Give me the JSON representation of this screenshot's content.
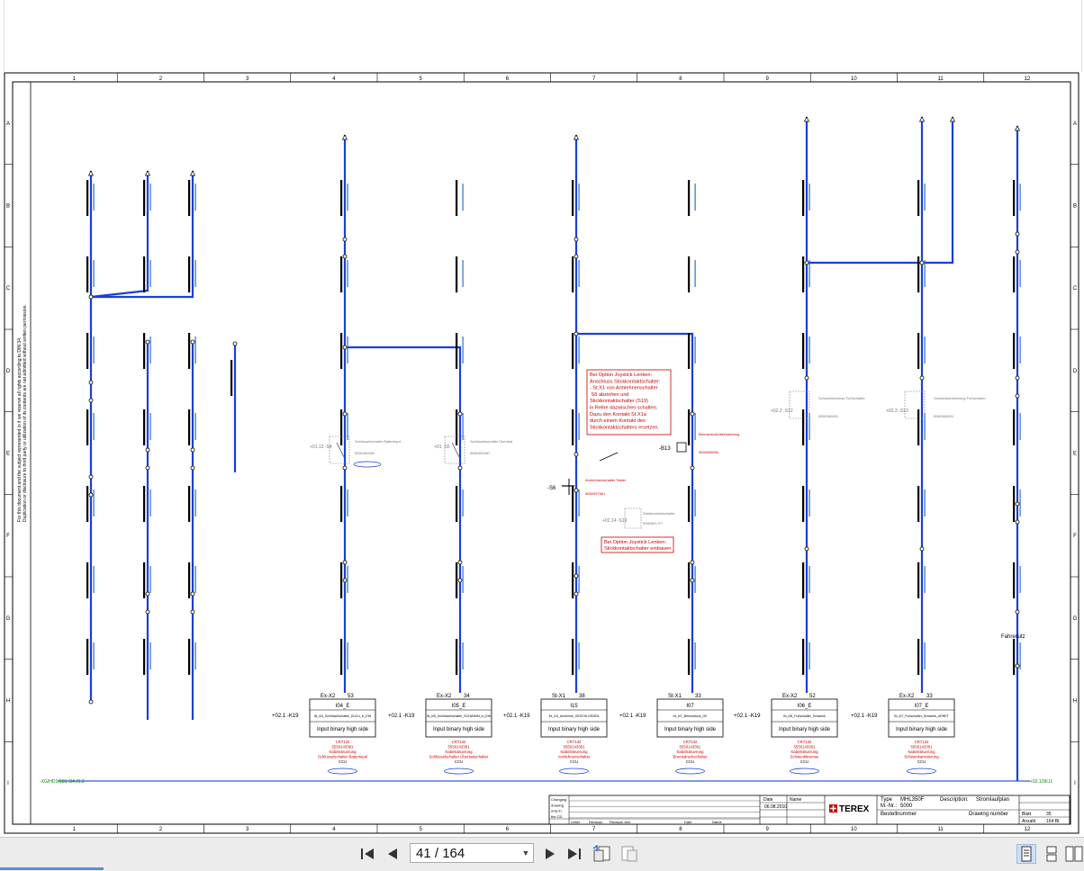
{
  "viewer": {
    "page_current": "41",
    "page_total": "164",
    "page_sep": " / "
  },
  "grid": {
    "columns": [
      "1",
      "2",
      "3",
      "4",
      "5",
      "6",
      "7",
      "8",
      "9",
      "10",
      "11",
      "12"
    ],
    "rows": [
      "A",
      "B",
      "C",
      "D",
      "E",
      "F",
      "G",
      "H",
      "I"
    ]
  },
  "margin_text": {
    "line1": "For this document and the subject represented in it we reserve all rights according to DIN 34.",
    "line2": "Duplication or disclosure to third party or utilization of its contents are not admitted without written permission."
  },
  "notes": {
    "joystick1": [
      "Bei Option Joystick Lenken:",
      "Anschluss Stickkontaktschalter:",
      "- St:X1 von Armlehnenschalter",
      "  S6 abziehen und",
      "Stickkontaktschalter (S19)",
      "in Reihe dazwischen schalten.",
      "Dazu den Kontakt St:X1a",
      "durch einem Kontakt des",
      "Stickkontaktschalters ersetzen."
    ],
    "joystick2": [
      "Bei Option Joystick Lenken:",
      "Stickkontaktschalter einbauen"
    ],
    "fahrersitz": "Fahrersitz"
  },
  "boxes": [
    {
      "conn": "Ex-X2",
      "pin": "53",
      "dev": "I04_E",
      "sig": "IN_I04_Schlüsselschalter_ELKLI_in_EIN",
      "desc": "Input binary high side",
      "ref": "+02.1 -K19",
      "code": [
        "CR7132",
        "5550143381",
        "Kabelsteuerung",
        "Schlüsselschalter Batteriepol",
        "CCU"
      ]
    },
    {
      "conn": "Ex-X2",
      "pin": "34",
      "dev": "I05_E",
      "sig": "IN_I05_Schlüsselschalter_SCHWIMM_in_EIN",
      "desc": "Input binary high side",
      "ref": "+02.1 -K19",
      "code": [
        "CR7132",
        "5550143381",
        "Kabelsteuerung",
        "Schlüsselschalter Überlastschalter",
        "CCU"
      ]
    },
    {
      "conn": "St-X1",
      "pin": "38",
      "dev": "I15",
      "sig": "IN_I15_Armlehne_GESCHLOSSEN",
      "desc": "Input binary high side",
      "ref": "+02.1 -K19",
      "code": [
        "CR7132",
        "5550143381",
        "Kabelsteuerung",
        "Armlehnenschalter",
        "CCU"
      ]
    },
    {
      "conn": "St-X1",
      "pin": "33",
      "dev": "I07",
      "sig": "IN_I07_Bremsdruck_OK",
      "desc": "Input binary high side",
      "ref": "+02.1 -K19",
      "code": [
        "CR7132",
        "5550143381",
        "Kabelsteuerung",
        "Bremsdruckschalter",
        "CCU"
      ]
    },
    {
      "conn": "Ex-X2",
      "pin": "52",
      "dev": "I06_E",
      "sig": "IN_I06_Fußschalter_Schwenk",
      "desc": "Input binary high side",
      "ref": "+02.1 -K19",
      "code": [
        "CR7132",
        "5550143381",
        "Kabelsteuerung",
        "Schwenkbremse",
        "CCU"
      ]
    },
    {
      "conn": "Ex-X2",
      "pin": "33",
      "dev": "I07_E",
      "sig": "IN_I07_Fußschalter_Schwenk_ARRET",
      "desc": "Input binary high side",
      "ref": "+02.1 -K19",
      "code": [
        "CR7132",
        "5550143381",
        "Kabelsteuerung",
        "Schwenkarretierung",
        "CCU"
      ]
    }
  ],
  "devices": {
    "s4": {
      "ref": "+01.13 -S4",
      "name": "Schlüsselschalter Batteriepol",
      "num": "5550450280"
    },
    "s5": {
      "ref": "+01 -S5",
      "name": "Schlüsselschalter Überlast",
      "num": "5550450287"
    },
    "s6": {
      "ref": "-S6",
      "name": "Armlehnenschalter Taster",
      "num": "5550097961"
    },
    "s19": {
      "ref": "+02.14 -S19",
      "name": "Stickkontaktschalter",
      "num": "5550561717"
    },
    "b13": {
      "ref": "-B13",
      "name": "Bremsdrucküberwachung",
      "num": "5550058090"
    },
    "s12": {
      "ref": "+02.2 -S12",
      "name": "Schwenkbremse Fußschalter",
      "num": "5550368001"
    },
    "s13": {
      "ref": "+02.3 -S13",
      "name": "Schwenkarretierung Fußschalter",
      "num": "5550368001"
    }
  },
  "titleblock": {
    "type_label": "Type",
    "type_value": "MHL350F",
    "mnr_label": "M.-Nr.:",
    "mnr_value": "5000",
    "desc_label": "Description:",
    "desc_value": "Stromlaufplan",
    "bestell": "Bestellnummer",
    "drawing": "Drawing number",
    "date_label": "Date",
    "name_label": "Name",
    "date_value": "06.08.2010",
    "brand": "TEREX",
    "rev_headers": [
      "Letter",
      "Revision",
      "Revision text",
      "Date",
      "Name"
    ],
    "rows": [
      "Changing",
      "drawing",
      "only in",
      "the CD"
    ],
    "sheet_label": "Blatt",
    "sheet_value": "35",
    "of_label": "Anzahl",
    "of_value": "164 Bl."
  },
  "refs": {
    "left_bottom": "-XG/HD1/1B1 /34.J1.2",
    "right_bottom": "+02.1/36.I1"
  },
  "icons": [
    "first-page-icon",
    "prev-page-icon",
    "next-page-icon",
    "last-page-icon",
    "go-back-view-icon",
    "go-forward-view-icon",
    "single-page-icon",
    "continuous-icon",
    "two-page-icon"
  ]
}
